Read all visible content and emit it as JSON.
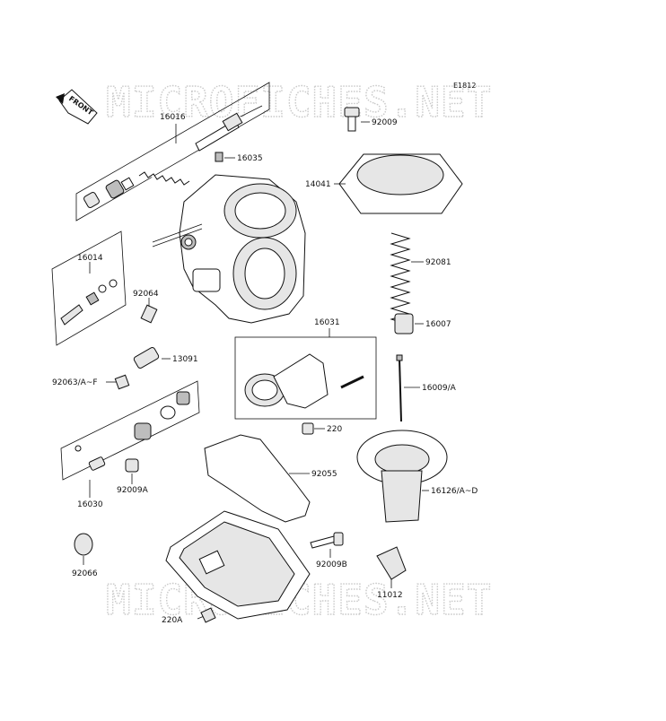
{
  "diagram": {
    "code": "E1812",
    "watermark": "MICROFICHES.NET",
    "front_tag": "FRONT",
    "labels": {
      "p16016": "16016",
      "p16035": "16035",
      "p16014": "16014",
      "p92064": "92064",
      "p13091": "13091",
      "p92063": "92063/A~F",
      "p16030": "16030",
      "p92009A": "92009A",
      "p92066": "92066",
      "p220A": "220A",
      "p92009": "92009",
      "p14041": "14041",
      "p92081": "92081",
      "p16031": "16031",
      "p16007": "16007",
      "p16009": "16009/A",
      "p220": "220",
      "p92055": "92055",
      "p16126": "16126/A~D",
      "p92009B": "92009B",
      "p11012": "11012"
    }
  }
}
